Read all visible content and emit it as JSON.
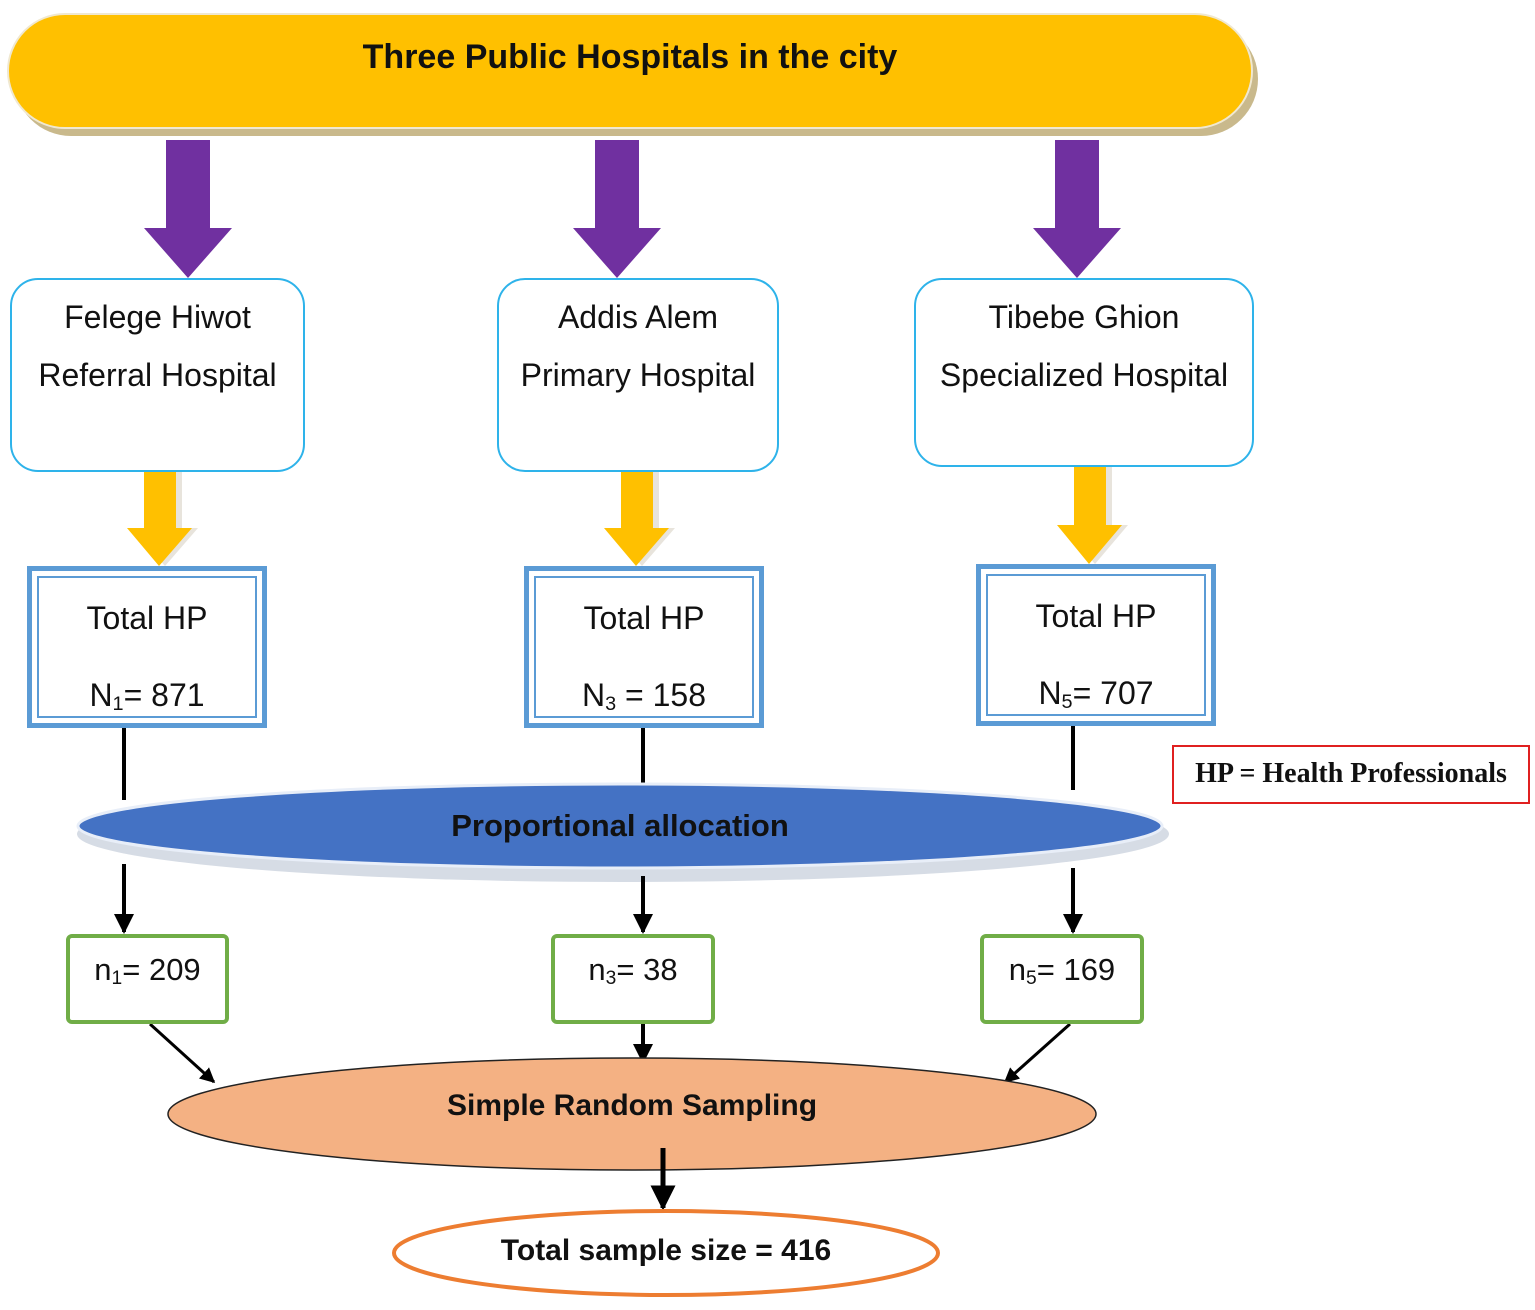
{
  "header": {
    "label": "Three Public Hospitals in the city"
  },
  "hospitals": [
    {
      "line1": "Felege Hiwot",
      "line2": "Referral Hospital"
    },
    {
      "line1": "Addis Alem",
      "line2": "Primary Hospital"
    },
    {
      "line1": "Tibebe Ghion",
      "line2": "Specialized Hospital"
    }
  ],
  "totals": [
    {
      "label": "Total HP",
      "symbol": "N",
      "sub": "1",
      "eq": "= 871"
    },
    {
      "label": "Total HP",
      "symbol": "N",
      "sub": "3",
      "eq": " = 158"
    },
    {
      "label": "Total HP",
      "symbol": "N",
      "sub": "5",
      "eq": "= 707"
    }
  ],
  "legend": {
    "text": "HP = Health Professionals"
  },
  "allocation": {
    "label": "Proportional allocation"
  },
  "samples": [
    {
      "symbol": "n",
      "sub": "1",
      "eq": "= 209"
    },
    {
      "symbol": "n",
      "sub": "3",
      "eq": "= 38"
    },
    {
      "symbol": "n",
      "sub": "5",
      "eq": "= 169"
    }
  ],
  "sampling": {
    "label": "Simple Random Sampling"
  },
  "result": {
    "label": "Total sample size = 416"
  },
  "colors": {
    "header_fill": "#ffc000",
    "purple_arrow": "#7030a0",
    "yellow_arrow": "#ffc000",
    "hospital_border": "#2eb3ea",
    "total_border": "#5b9bd5",
    "allocation_fill": "#4472c4",
    "sample_border": "#70ad47",
    "sampling_fill": "#f4b183",
    "result_border": "#ed7d31",
    "legend_border": "#e02020"
  }
}
